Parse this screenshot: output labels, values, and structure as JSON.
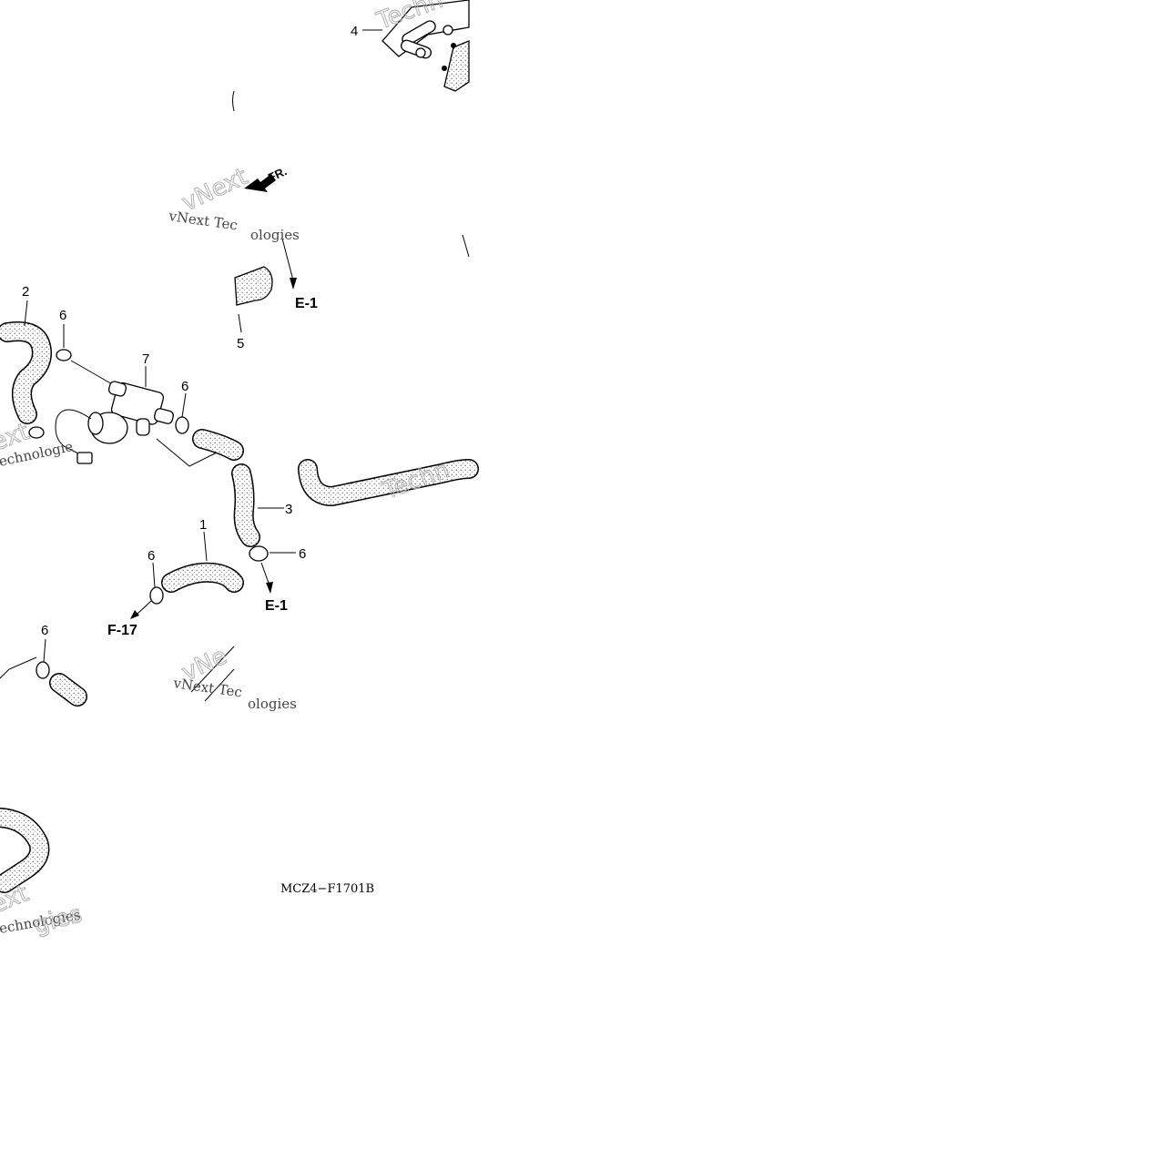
{
  "callouts": {
    "c1": "1",
    "c2": "2",
    "c3": "3",
    "c4": "4",
    "c5": "5",
    "c6a": "6",
    "c6b": "6",
    "c6c": "6",
    "c6d": "6",
    "c6e": "6",
    "c7": "7"
  },
  "references": {
    "fr_label": "FR.",
    "e1_top": "E-1",
    "e1_bottom": "E-1",
    "f17": "F-17"
  },
  "watermark": {
    "line1": "vNext Technologies",
    "line2": "Technologies",
    "brand": "vNext"
  },
  "diagram_code": "MCZ4−F1701B"
}
